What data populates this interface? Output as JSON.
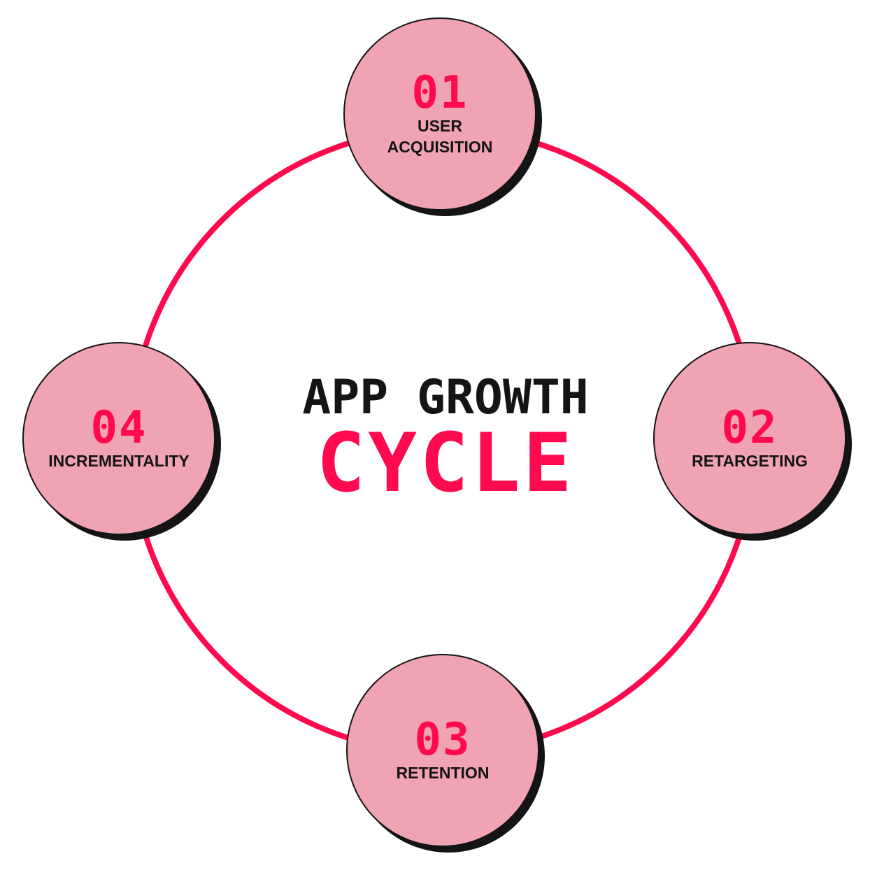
{
  "title": {
    "line1": "APP GROWTH",
    "line2": "CYCLE"
  },
  "colors": {
    "accent": "#FF0A4F",
    "node_fill": "#F0A3B2",
    "text_dark": "#141414",
    "background": "#FFFFFF"
  },
  "steps": [
    {
      "number": "01",
      "label": "USER\nACQUISITION"
    },
    {
      "number": "02",
      "label": "RETARGETING"
    },
    {
      "number": "03",
      "label": "RETENTION"
    },
    {
      "number": "04",
      "label": "INCREMENTALITY"
    }
  ]
}
